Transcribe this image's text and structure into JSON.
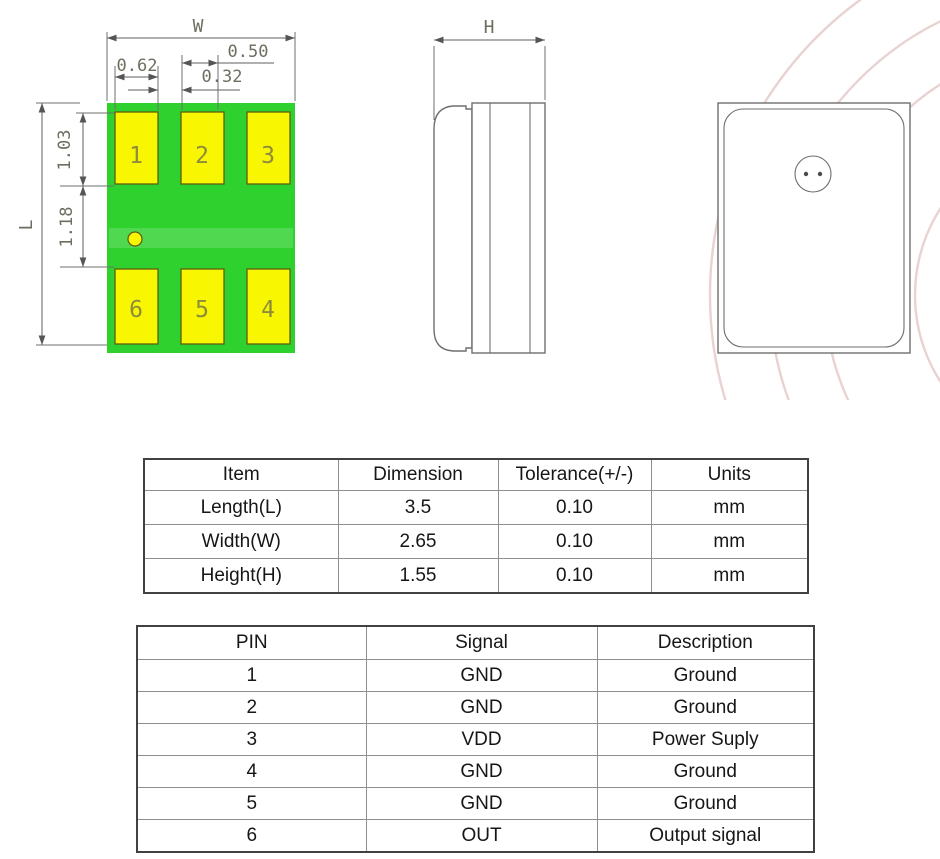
{
  "drawing": {
    "footprint": {
      "dims": {
        "w": "W",
        "l": "L",
        "d050": "0.50",
        "d062": "0.62",
        "d032": "0.32",
        "d103": "1.03",
        "d118": "1.18"
      },
      "pads_top": [
        "1",
        "2",
        "3"
      ],
      "pads_bottom": [
        "6",
        "5",
        "4"
      ]
    },
    "side": {
      "h": "H"
    },
    "colors": {
      "board_green": "#2fd12f",
      "pad_yellow": "#f8f600",
      "pad_number": "#8c8c3c",
      "dim_text": "#6e6e60",
      "watermark_pink": "#e9d2d2"
    }
  },
  "tables": {
    "dimensions": {
      "headers": [
        "Item",
        "Dimension",
        "Tolerance(+/-)",
        "Units"
      ],
      "rows": [
        [
          "Length(L)",
          "3.5",
          "0.10",
          "mm"
        ],
        [
          "Width(W)",
          "2.65",
          "0.10",
          "mm"
        ],
        [
          "Height(H)",
          "1.55",
          "0.10",
          "mm"
        ]
      ]
    },
    "pins": {
      "headers": [
        "PIN",
        "Signal",
        "Description"
      ],
      "rows": [
        [
          "1",
          "GND",
          "Ground"
        ],
        [
          "2",
          "GND",
          "Ground"
        ],
        [
          "3",
          "VDD",
          "Power Suply"
        ],
        [
          "4",
          "GND",
          "Ground"
        ],
        [
          "5",
          "GND",
          "Ground"
        ],
        [
          "6",
          "OUT",
          "Output signal"
        ]
      ]
    }
  }
}
